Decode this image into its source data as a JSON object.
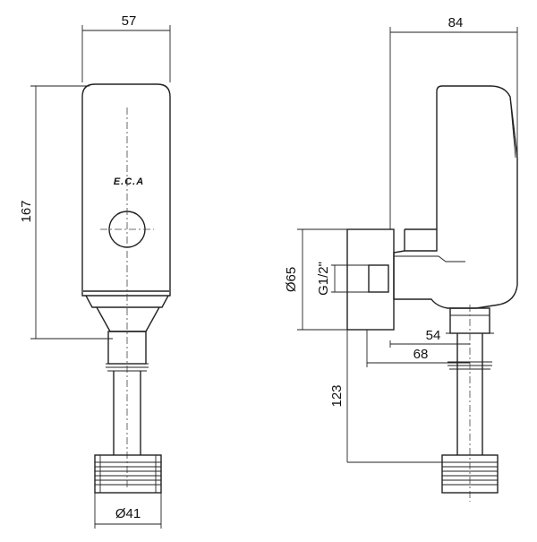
{
  "front_view": {
    "width_label": "57",
    "height_label": "167",
    "outlet_label": "Ø41",
    "brand_text": "E.C.A"
  },
  "side_view": {
    "depth_label": "84",
    "flange_label": "Ø65",
    "thread_label": "G1/2\"",
    "offset1_label": "54",
    "offset2_label": "68",
    "tail_label": "123"
  }
}
